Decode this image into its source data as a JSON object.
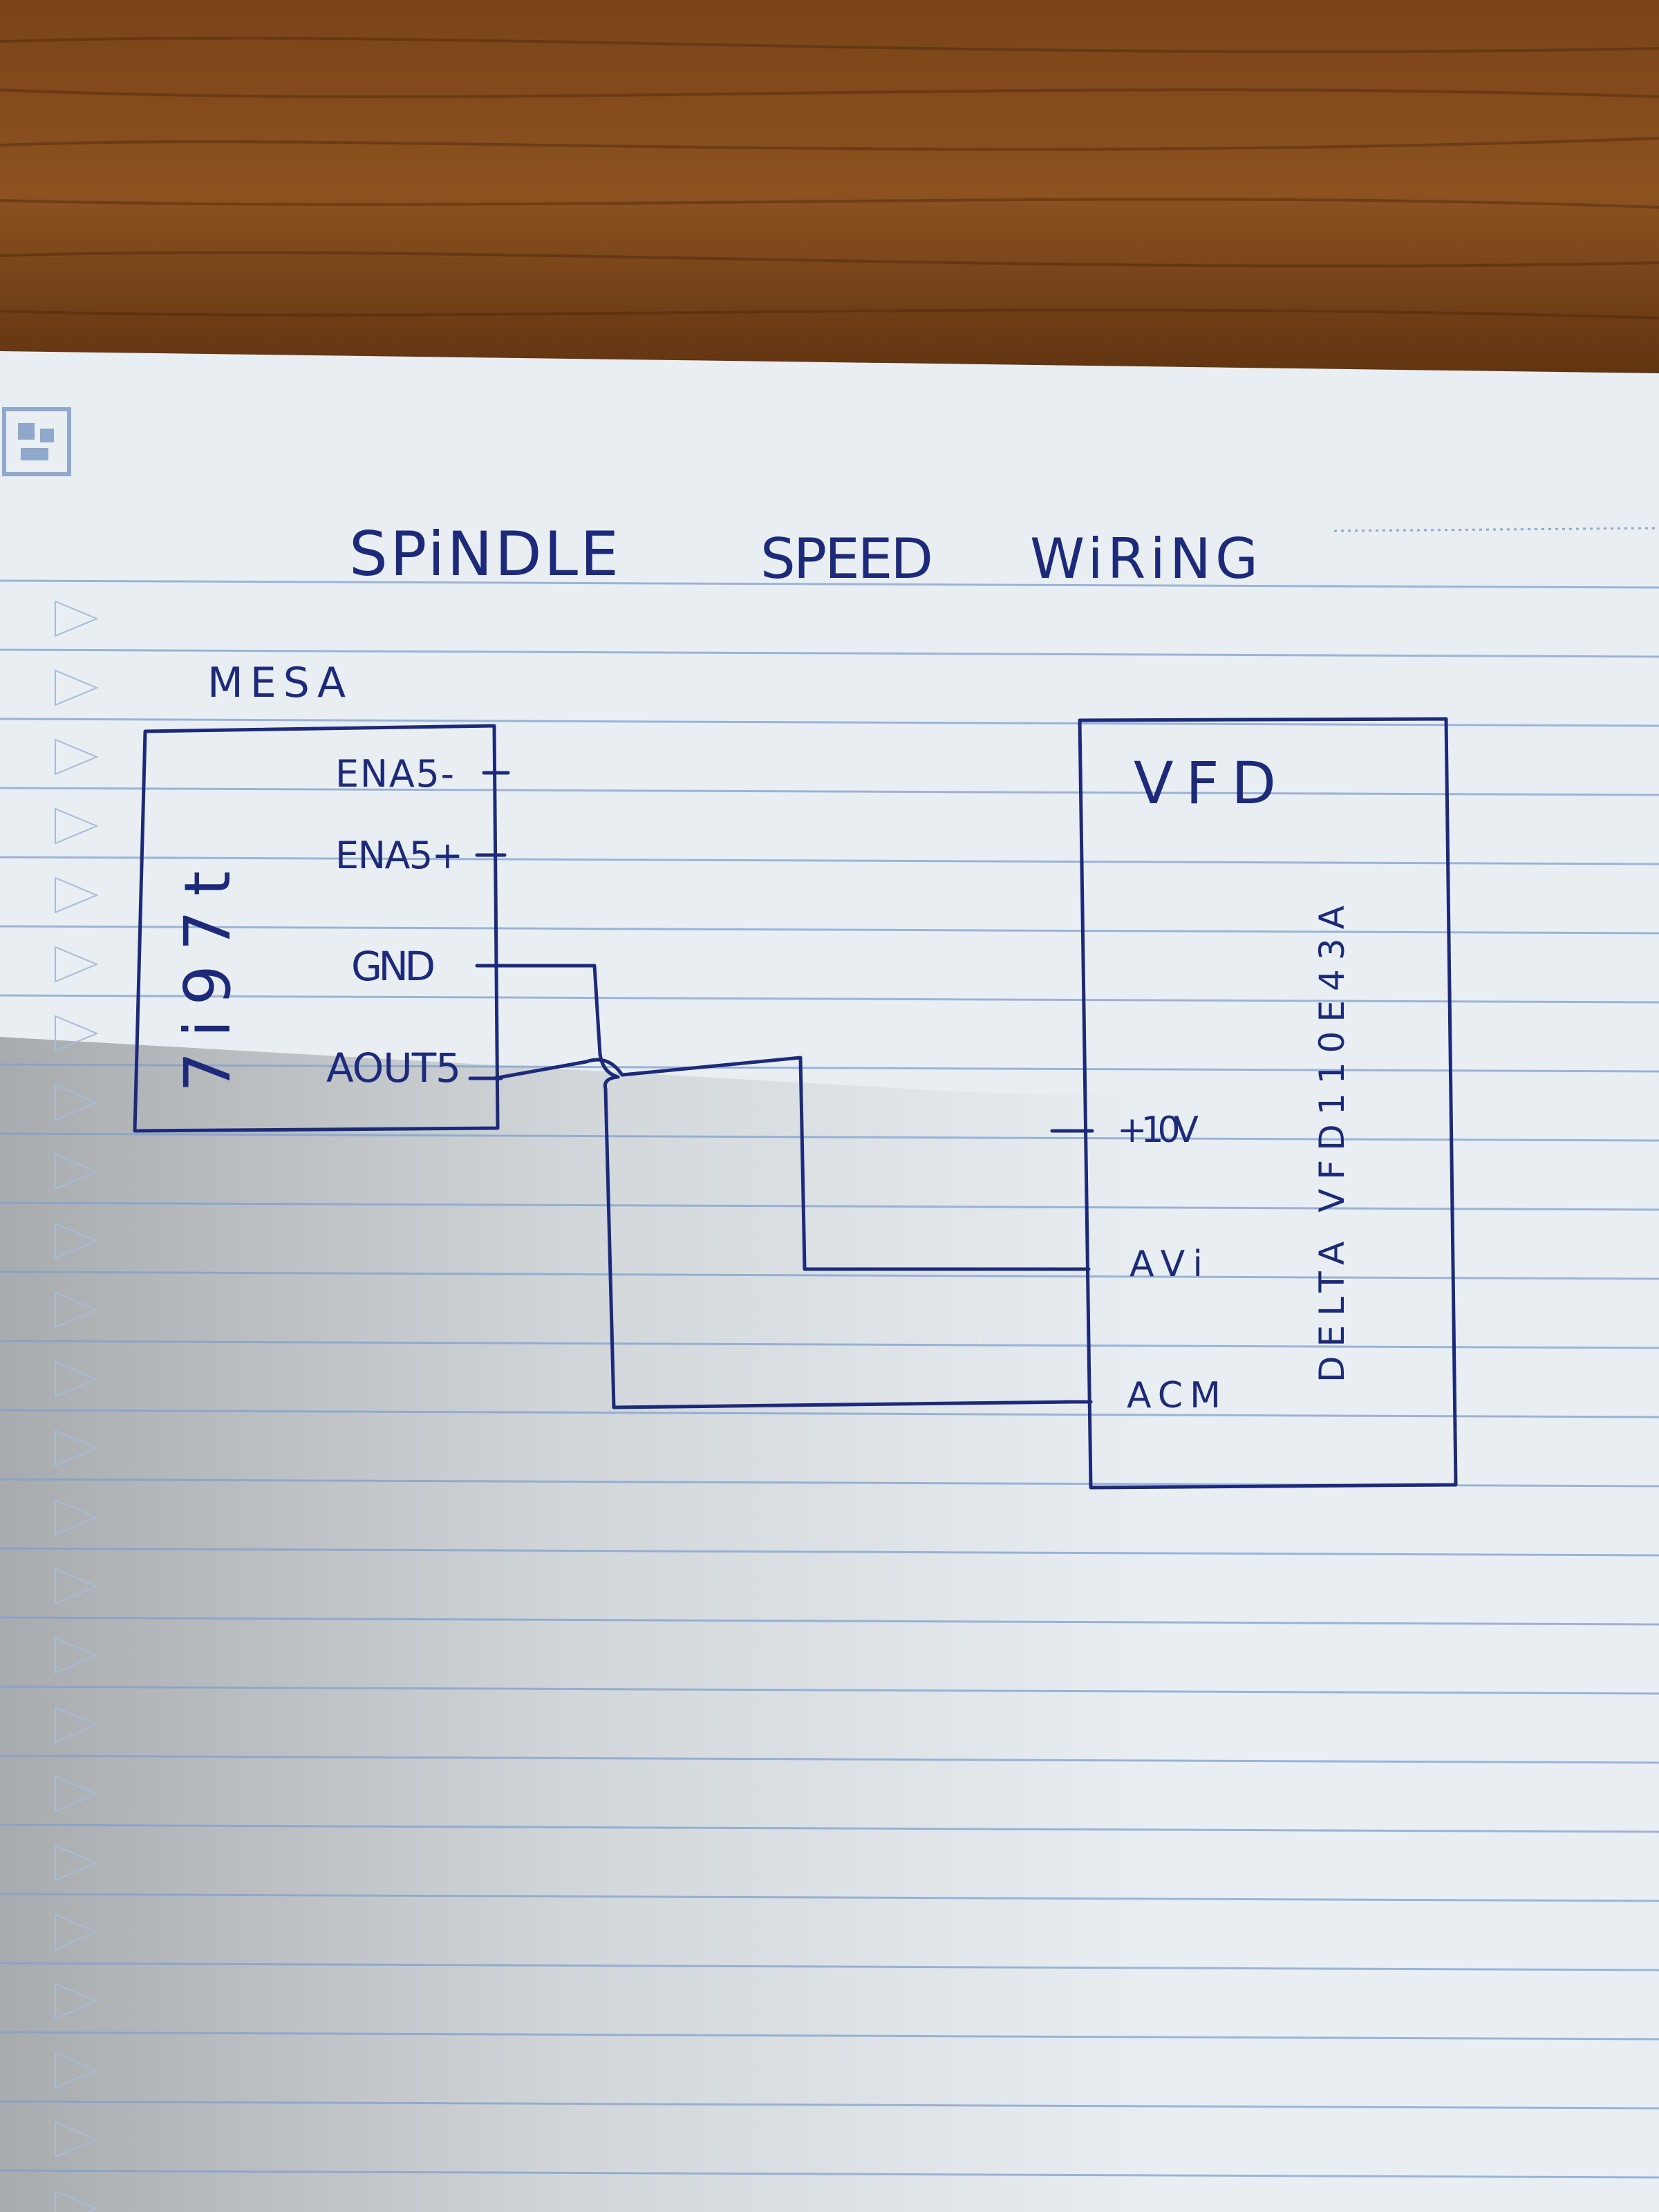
{
  "colors": {
    "desk": "#6b3a14",
    "paper": "#e9eef2",
    "rule_line": "#7f9fcf",
    "ink": "#1d2a7a"
  },
  "title": {
    "words": [
      "SPiNDLE",
      "SPEED",
      "WiRiNG"
    ]
  },
  "mesa": {
    "label": "MESA",
    "model": "7i97t",
    "pins": [
      {
        "key": "enas_minus",
        "label": "ENA5-"
      },
      {
        "key": "enas_plus",
        "label": "ENA5+"
      },
      {
        "key": "gnd",
        "label": "GND"
      },
      {
        "key": "aout",
        "label": "AOUT5"
      }
    ]
  },
  "vfd": {
    "label": "VFD",
    "model": "DELTA VFD110E43A",
    "pins": [
      {
        "key": "p10v",
        "label": "+10V"
      },
      {
        "key": "avi",
        "label": "AVi"
      },
      {
        "key": "acm",
        "label": "ACM"
      }
    ]
  },
  "wires": [
    {
      "from": "AOUT5",
      "to": "AVi"
    },
    {
      "from": "GND",
      "to": "ACM"
    }
  ]
}
